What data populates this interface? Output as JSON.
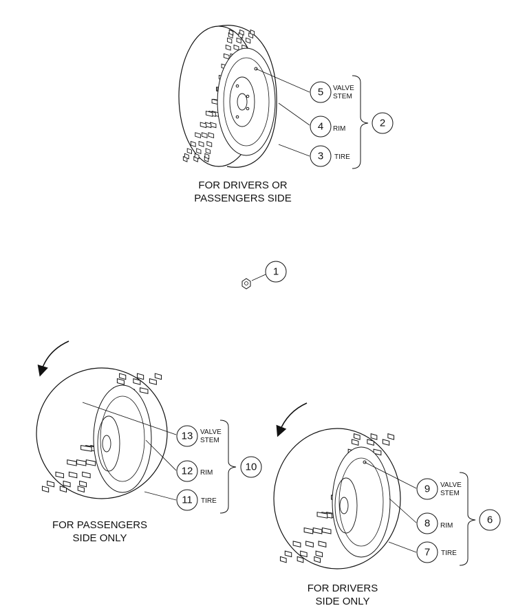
{
  "callouts": {
    "c1": "1",
    "c2": "2",
    "c3": "3",
    "c4": "4",
    "c5": "5",
    "c6": "6",
    "c7": "7",
    "c8": "8",
    "c9": "9",
    "c10": "10",
    "c11": "11",
    "c12": "12",
    "c13": "13"
  },
  "labels": {
    "valve": "VALVE",
    "stem": "STEM",
    "rim": "RIM",
    "tire": "TIRE"
  },
  "captions": {
    "top_line1": "FOR DRIVERS OR",
    "top_line2": "PASSENGERS SIDE",
    "left_line1": "FOR PASSENGERS",
    "left_line2": "SIDE ONLY",
    "right_line1": "FOR DRIVERS",
    "right_line2": "SIDE ONLY"
  },
  "icons": [
    "tire-icon",
    "rim-icon",
    "lug-nut-icon",
    "rotation-arrow-icon"
  ]
}
